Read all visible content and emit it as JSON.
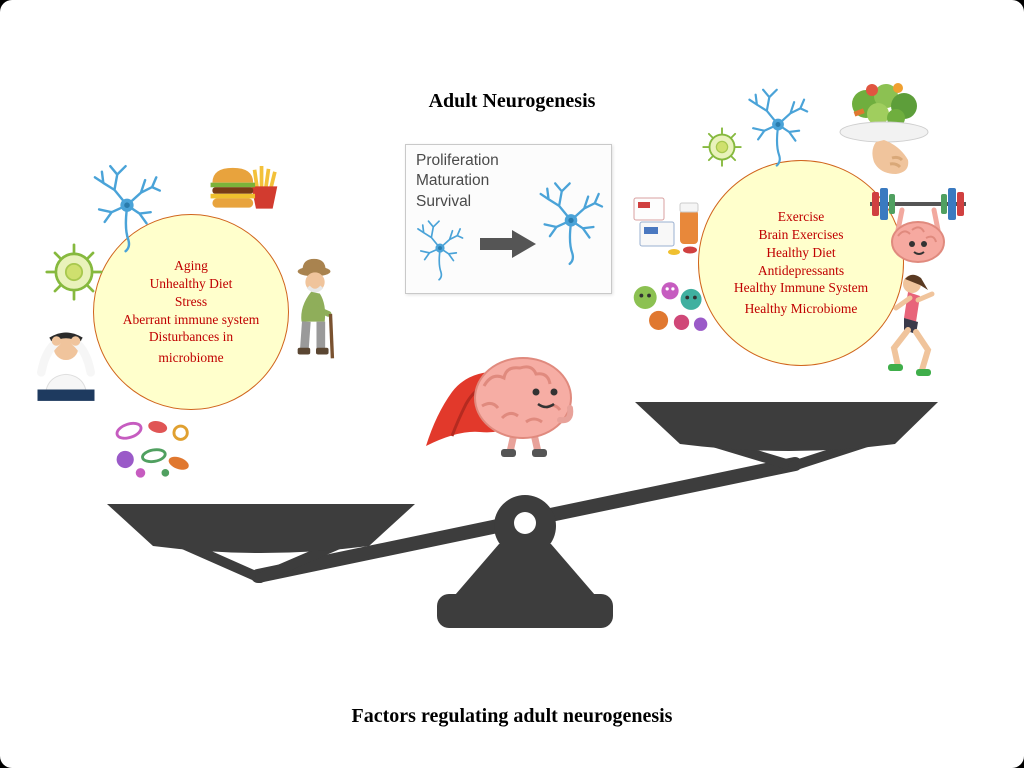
{
  "title": "Adult Neurogenesis",
  "caption": "Factors regulating adult neurogenesis",
  "process_box": {
    "lines": [
      "Proliferation",
      "Maturation",
      "Survival"
    ]
  },
  "negative_factors": {
    "lines": [
      "Aging",
      "Unhealthy Diet",
      "Stress",
      "Aberrant immune system",
      "Disturbances in",
      "microbiome"
    ]
  },
  "positive_factors": {
    "lines": [
      "Exercise",
      "Brain Exercises",
      "Healthy Diet",
      "Antidepressants",
      "Healthy Immune System",
      "Healthy Microbiome"
    ]
  },
  "icons": {
    "left_side": [
      "neuron-icon",
      "virus-icon",
      "stressed-man-icon",
      "junk-food-icon",
      "elderly-man-icon",
      "microbes-icon"
    ],
    "right_side": [
      "virus-icon",
      "neuron-icon",
      "healthy-food-icon",
      "pills-icon",
      "brain-lifting-weights-icon",
      "germs-icon",
      "running-woman-icon"
    ],
    "center": [
      "superhero-brain-icon",
      "proliferation-arrow-icon",
      "neuron-icon"
    ],
    "bottom": [
      "balance-scale"
    ]
  },
  "colors": {
    "circle_fill": "#ffffcc",
    "circle_border": "#d0641c",
    "factor_text": "#c00000",
    "scale": "#3d3d3d",
    "neuron_blue": "#4aa3d8",
    "title_text": "#000000"
  }
}
